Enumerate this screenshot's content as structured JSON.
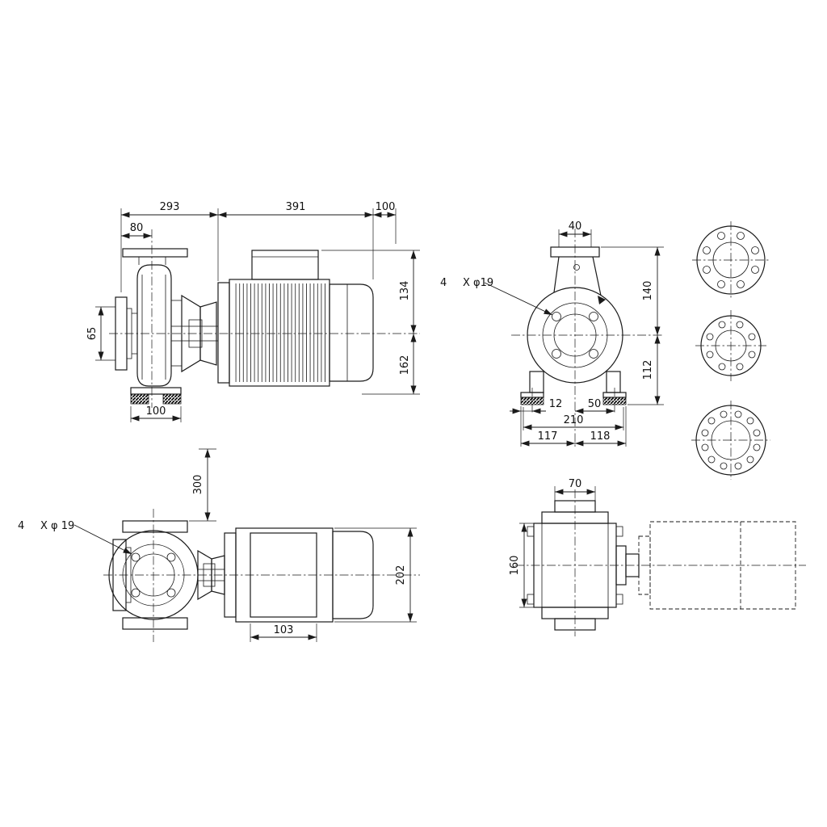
{
  "views": {
    "side": {
      "dims": {
        "d293": "293",
        "d391": "391",
        "d100_top": "100",
        "d80": "80",
        "d65": "65",
        "d134": "134",
        "d162": "162",
        "d100_foot": "100"
      }
    },
    "front": {
      "dims": {
        "d40": "40",
        "bolt_qty": "4",
        "bolt_spec": "X φ19",
        "d140": "140",
        "d112": "112",
        "d12": "12",
        "d50": "50",
        "d210": "210",
        "d117": "117",
        "d118": "118"
      }
    },
    "plan": {
      "dims": {
        "d300": "300",
        "bolt_qty": "4",
        "bolt_spec": "X φ 19",
        "d202": "202",
        "d103": "103"
      }
    },
    "end": {
      "dims": {
        "d70": "70",
        "d160": "160"
      }
    }
  }
}
